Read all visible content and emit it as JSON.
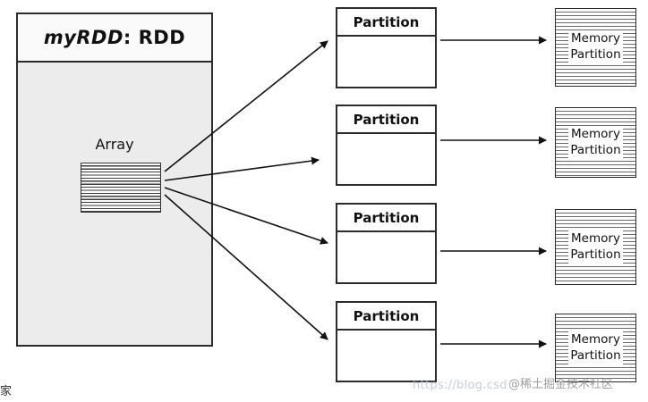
{
  "rdd_box": {
    "title_italic": "myRDD",
    "title_rest": " : RDD",
    "array_label": "Array"
  },
  "partitions": {
    "label": "Partition"
  },
  "memory": {
    "label_line1": "Memory",
    "label_line2": "Partition"
  },
  "watermark": {
    "url_text": "https://blog.csd",
    "handle_text": "@稀土掘金技术社区",
    "corner_char": "家"
  },
  "colors": {
    "line": "#2b2b2b",
    "box_fill": "#ececec",
    "watermark_gray": "#8f8f8f"
  }
}
